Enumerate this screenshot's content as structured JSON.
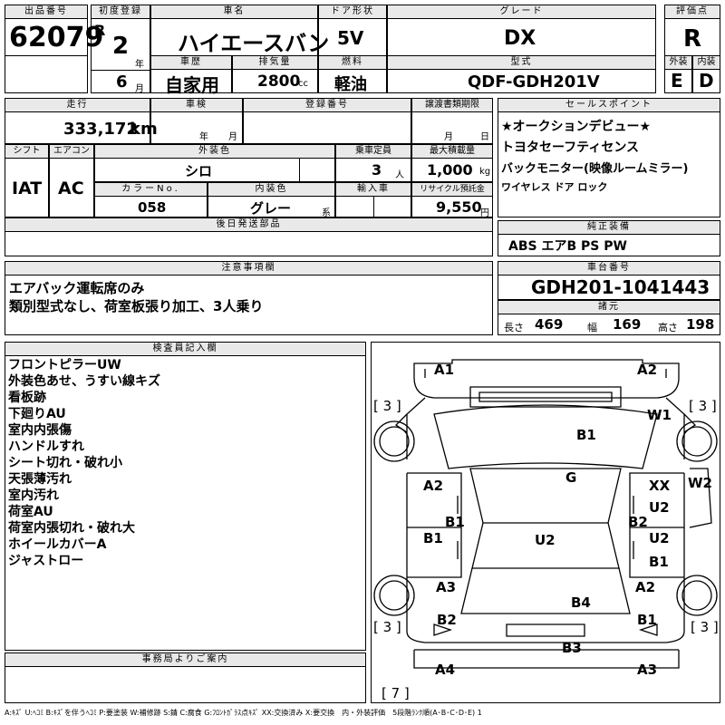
{
  "header": {
    "lot_no_label": "出品番号",
    "lot_no": "62079",
    "first_reg_label": "初度登録",
    "era": "R",
    "year": "2",
    "year_unit": "年",
    "month": "6",
    "month_unit": "月",
    "car_name_label": "車名",
    "car_name": "ハイエースバン",
    "door_label": "ドア形状",
    "door": "5V",
    "grade_label": "グレード",
    "grade": "DX",
    "score_label": "評価点",
    "score": "R",
    "history_label": "車歴",
    "history": "自家用",
    "displacement_label": "排気量",
    "displacement": "2800",
    "displacement_unit": "cc",
    "fuel_label": "燃料",
    "fuel": "軽油",
    "model_label": "型式",
    "model": "QDF-GDH201V",
    "ext_label": "外装",
    "ext": "E",
    "int_label": "内装",
    "int": "D"
  },
  "row2": {
    "mileage_label": "走行",
    "mileage": "333,172",
    "mileage_unit": "km",
    "inspection_label": "車検",
    "insp_year": "年",
    "insp_month": "月",
    "plate_label": "登録番号",
    "transfer_label": "譲渡書類期限",
    "tr_month": "月",
    "tr_day": "日",
    "shift_label": "シフト",
    "shift": "IAT",
    "ac_label": "エアコン",
    "ac": "AC",
    "color_label": "外装色",
    "color": "シロ",
    "capacity_label": "乗車定員",
    "capacity": "3",
    "capacity_unit": "人",
    "load_label": "最大積載量",
    "load": "1,000",
    "load_unit": "kg",
    "color_no_label": "カラーNo.",
    "color_no": "058",
    "int_color_label": "内装色",
    "int_color": "グレー",
    "int_color_unit": "系",
    "import_label": "輸入車",
    "recycle_label": "リサイクル預託金",
    "recycle": "9,550",
    "recycle_unit": "円",
    "later_parts_label": "後日発送部品"
  },
  "sales_points": {
    "label": "セールスポイント",
    "lines": [
      "★オークションデビュー★",
      "トヨタセーフティセンス",
      "バックモニター(映像ルームミラー)",
      "ワイヤレス ドア ロック"
    ]
  },
  "equipment": {
    "label": "純正装備",
    "value": "ABS エアB PS PW"
  },
  "caution": {
    "label": "注意事項欄",
    "lines": [
      "エアバック運転席のみ",
      "類別型式なし、荷室板張り加工、3人乗り"
    ]
  },
  "chassis": {
    "label": "車台番号",
    "value": "GDH201-1041443"
  },
  "specs": {
    "label": "諸元",
    "length_label": "長さ",
    "length": "469",
    "width_label": "幅",
    "width": "169",
    "height_label": "高さ",
    "height": "198"
  },
  "inspector": {
    "label": "検査員記入欄",
    "lines": [
      "フロントピラーUW",
      "外装色あせ、うすい線キズ",
      "看板跡",
      "下廻りAU",
      "室内内張傷",
      "ハンドルすれ",
      "シート切れ・破れ小",
      "天張薄汚れ",
      "室内汚れ",
      "荷室AU",
      "荷室内張切れ・破れ大",
      "ホイールカバーA",
      "ジャストロー"
    ]
  },
  "office": {
    "label": "事務局よりご案内"
  },
  "diagram": {
    "tires": [
      "[ 3 ]",
      "[ 3 ]",
      "[ 3 ]",
      "[ 3 ]",
      "[ 7 ]"
    ],
    "labels": [
      "A1",
      "A2",
      "W1",
      "B1",
      "G",
      "A2",
      "XX",
      "W2",
      "U2",
      "B1",
      "B2",
      "B1",
      "U2",
      "U2",
      "B1",
      "A3",
      "A2",
      "B4",
      "B2",
      "B1",
      "B3",
      "A4",
      "A3"
    ]
  },
  "legend": "A:ｷｽﾞ U:ﾍｺﾐ B:ｷｽﾞを伴うﾍｺﾐ P:要塗装 W:補修跡 S:錆 C:腐食 G:ﾌﾛﾝﾄｶﾞﾗｽ点ｷｽﾞ XX:交換済み X:要交換　内・外装評価　5段階ﾗﾝｸ順(A･B･C･D･E) 1"
}
